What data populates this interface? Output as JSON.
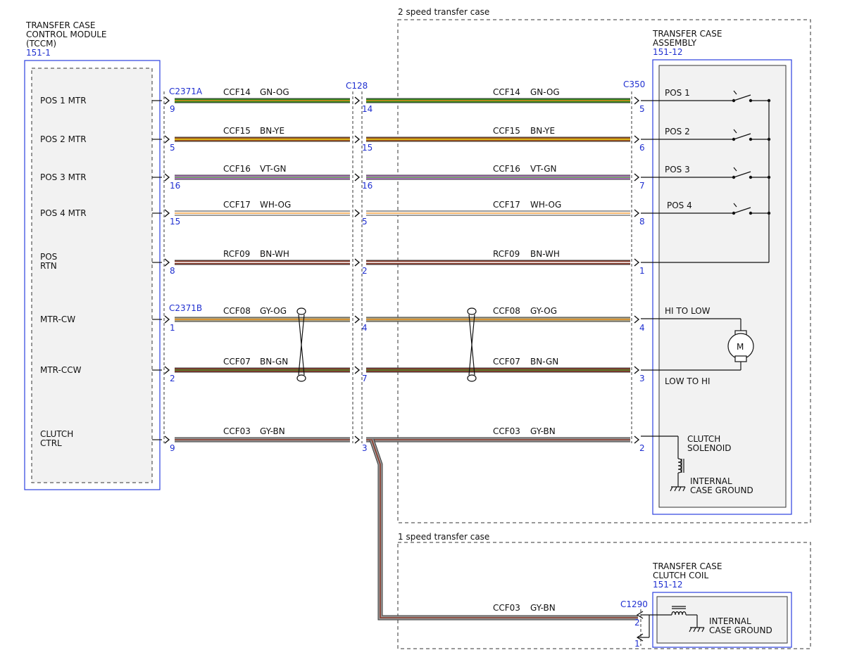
{
  "colors": {
    "GN-OG": [
      "#2f8a1e",
      "#e08a1a"
    ],
    "BN-YE": [
      "#a0521d",
      "#e8d21a"
    ],
    "VT-GN": [
      "#b573c8",
      "#5fae4a"
    ],
    "WH-OG": [
      "#ffffff",
      "#f0a040"
    ],
    "BN-WH": [
      "#8a3a2a",
      "#ffffff"
    ],
    "GY-OG": [
      "#b0a888",
      "#e08a1a"
    ],
    "BN-GN": [
      "#8a3a2a",
      "#4a8a2a"
    ],
    "GY-BN": [
      "#9a9a9a",
      "#8a3a2a"
    ],
    "accent": "#2b3fe0"
  },
  "tccm": {
    "title": [
      "TRANSFER CASE",
      "CONTROL MODULE",
      "(TCCM)"
    ],
    "ref": "151-1",
    "pins": [
      {
        "lines": [
          "POS 1 MTR"
        ]
      },
      {
        "lines": [
          "POS 2 MTR"
        ]
      },
      {
        "lines": [
          "POS 3 MTR"
        ]
      },
      {
        "lines": [
          "POS 4 MTR"
        ]
      },
      {
        "lines": [
          "POS",
          "RTN"
        ]
      },
      {
        "lines": [
          "MTR-CW"
        ]
      },
      {
        "lines": [
          "MTR-CCW"
        ]
      },
      {
        "lines": [
          "CLUTCH",
          "CTRL"
        ]
      }
    ]
  },
  "connectors": {
    "c2371a": "C2371A",
    "c2371b": "C2371B",
    "c128": "C128",
    "c350": "C350",
    "c1290": "C1290"
  },
  "sections": {
    "two_speed": "2 speed transfer case",
    "one_speed": "1 speed transfer case"
  },
  "assembly": {
    "title": [
      "TRANSFER CASE",
      "ASSEMBLY"
    ],
    "ref": "151-12",
    "pos_labels": [
      "POS 1",
      "POS 2",
      "POS 3",
      "POS 4"
    ],
    "hi_to_low": "HI TO LOW",
    "low_to_hi": "LOW TO HI",
    "motor": "M",
    "clutch_solenoid": [
      "CLUTCH",
      "SOLENOID"
    ],
    "ground": [
      "INTERNAL",
      "CASE GROUND"
    ]
  },
  "clutch_coil": {
    "title": [
      "TRANSFER CASE",
      "CLUTCH COIL"
    ],
    "ref": "151-12",
    "ground": [
      "INTERNAL",
      "CASE GROUND"
    ],
    "circuit": "CCF03",
    "color": "GY-BN",
    "pins": [
      "2",
      "1"
    ]
  },
  "wires": [
    {
      "circuit": "CCF14",
      "color": "GN-OG",
      "p_tccm": "9",
      "p_c128": "14",
      "p_c350": "5"
    },
    {
      "circuit": "CCF15",
      "color": "BN-YE",
      "p_tccm": "5",
      "p_c128": "15",
      "p_c350": "6"
    },
    {
      "circuit": "CCF16",
      "color": "VT-GN",
      "p_tccm": "16",
      "p_c128": "16",
      "p_c350": "7"
    },
    {
      "circuit": "CCF17",
      "color": "WH-OG",
      "p_tccm": "15",
      "p_c128": "5",
      "p_c350": "8"
    },
    {
      "circuit": "RCF09",
      "color": "BN-WH",
      "p_tccm": "8",
      "p_c128": "2",
      "p_c350": "1"
    },
    {
      "circuit": "CCF08",
      "color": "GY-OG",
      "p_tccm": "1",
      "p_c128": "4",
      "p_c350": "4"
    },
    {
      "circuit": "CCF07",
      "color": "BN-GN",
      "p_tccm": "2",
      "p_c128": "7",
      "p_c350": "3"
    },
    {
      "circuit": "CCF03",
      "color": "GY-BN",
      "p_tccm": "9",
      "p_c128": "3",
      "p_c350": "2"
    }
  ]
}
